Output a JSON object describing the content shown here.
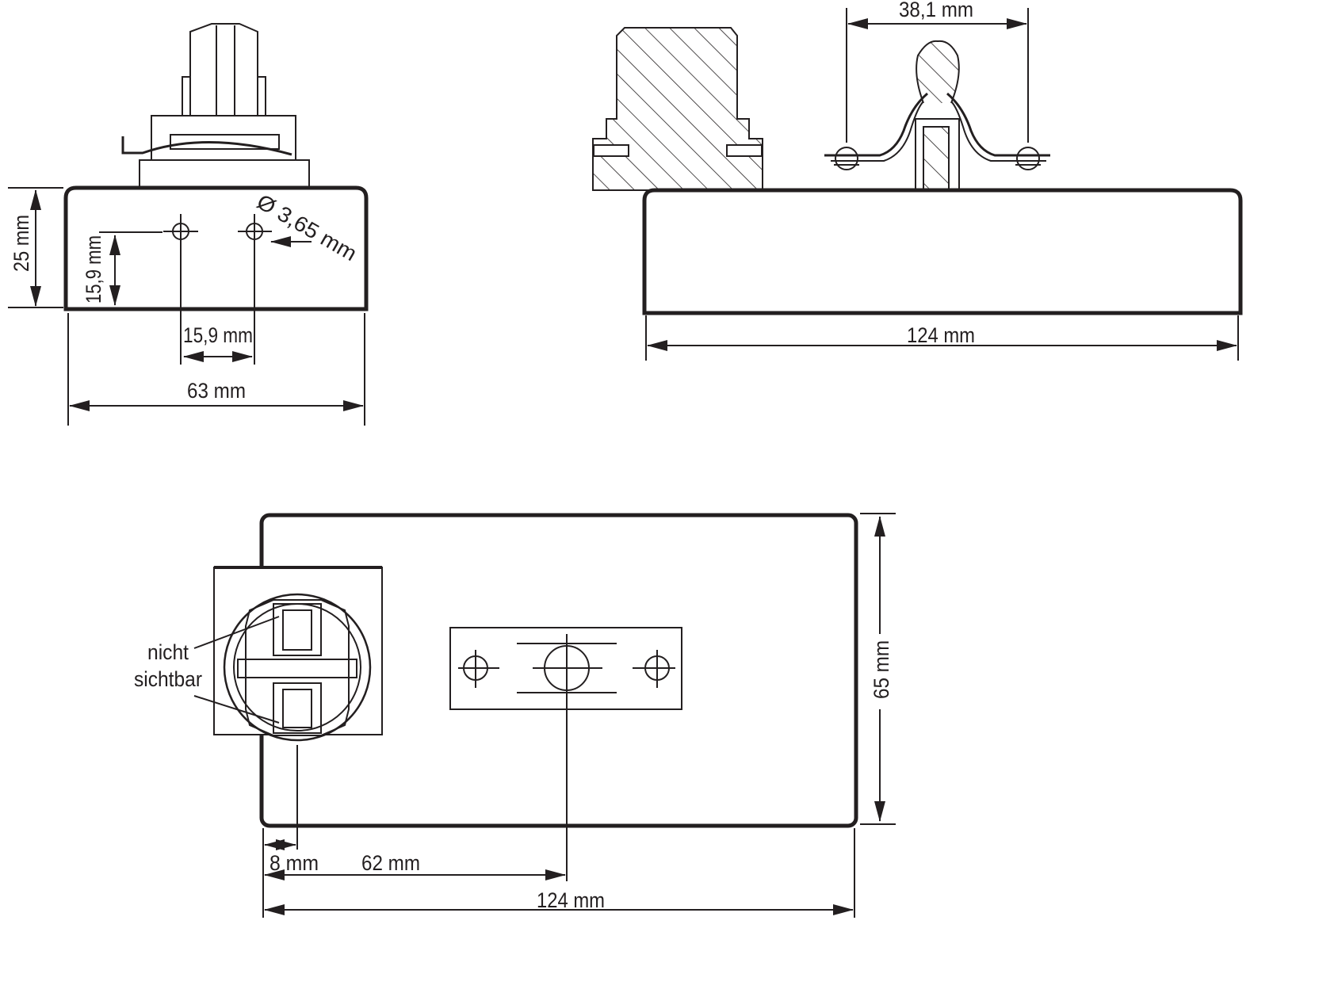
{
  "drawing": {
    "front_view": {
      "width_label": "63 mm",
      "height_label": "25 mm",
      "hole_spacing_label": "15,9 mm",
      "hole_height_label": "15,9 mm",
      "hole_diameter_label": "Ø 3,65 mm"
    },
    "side_view": {
      "length_label": "124 mm",
      "contact_spacing_label": "38,1 mm"
    },
    "top_view": {
      "length_label": "124 mm",
      "height_label": "65 mm",
      "socket_offset_label": "8 mm",
      "mount_offset_label": "62 mm",
      "note_line1": "nicht",
      "note_line2": "sichtbar"
    },
    "colors": {
      "line": "#231f20",
      "background": "#ffffff"
    }
  }
}
